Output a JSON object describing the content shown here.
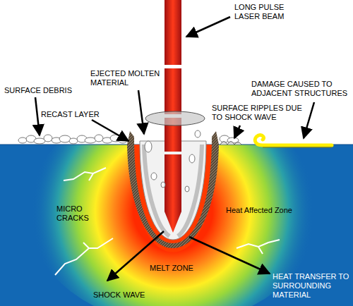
{
  "diagram": {
    "labels": [
      "LONG PULSE LASER BEAM",
      "EJECTED MOLTEN MATERIAL",
      "SURFACE DEBRIS",
      "RECAST LAYER",
      "SURFACE RIPPLES DUE TO SHOCK WAVE",
      "DAMAGE CAUSED TO ADJACENT STRUCTURES",
      "Heat Affected Zone",
      "MICRO CRACKS",
      "MELT ZONE",
      "HEAT TRANSFER TO SURROUNDING MATERIAL",
      "SHOCK WAVE"
    ]
  }
}
